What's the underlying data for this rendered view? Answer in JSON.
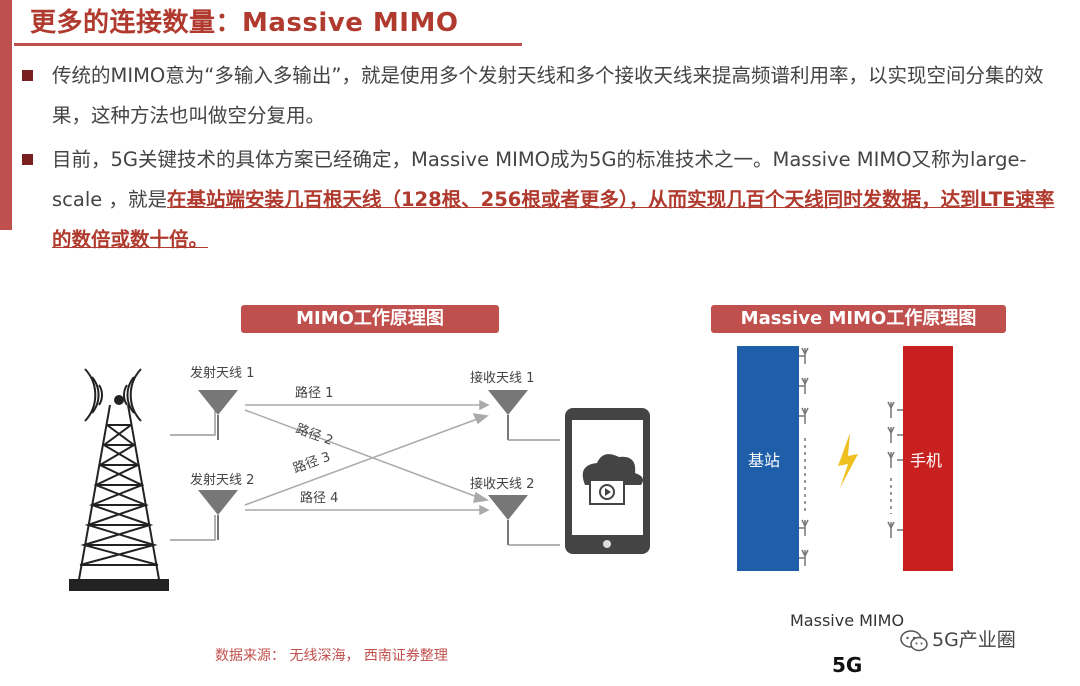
{
  "slide": {
    "title": "更多的连接数量：Massive MIMO",
    "bullet1": "传统的MIMO意为“多输入多输出”，就是使用多个发射天线和多个接收天线来提高频谱利用率，以实现空间分集的效果，这种方法也叫做空分复用。",
    "bullet2_plain": "目前，5G关键技术的具体方案已经确定，Massive MIMO成为5G的标准技术之一。Massive MIMO又称为large-scale ，就是",
    "bullet2_emphasis": "在基站端安装几百根天线（128根、256根或者更多），从而实现几百个天线同时发数据，达到LTE速率的数倍或数十倍。"
  },
  "diagram_left": {
    "label": "MIMO工作原理图",
    "tx1": "发射天线 1",
    "tx2": "发射天线 2",
    "rx1": "接收天线 1",
    "rx2": "接收天线 2",
    "path1": "路径 1",
    "path2": "路径 2",
    "path3": "路径 3",
    "path4": "路径 4"
  },
  "diagram_right": {
    "label": "Massive MIMO工作原理图",
    "base_station": "基站",
    "phone": "手机",
    "caption": "Massive MIMO",
    "gen": "5G"
  },
  "footer": {
    "source": "数据来源：  无线深海，  西南证券整理",
    "wechat": "5G产业圈"
  },
  "colors": {
    "accent": "#c0504d",
    "dark_accent": "#b03a2e",
    "blue": "#1f5ea8",
    "red": "#c8201e"
  }
}
